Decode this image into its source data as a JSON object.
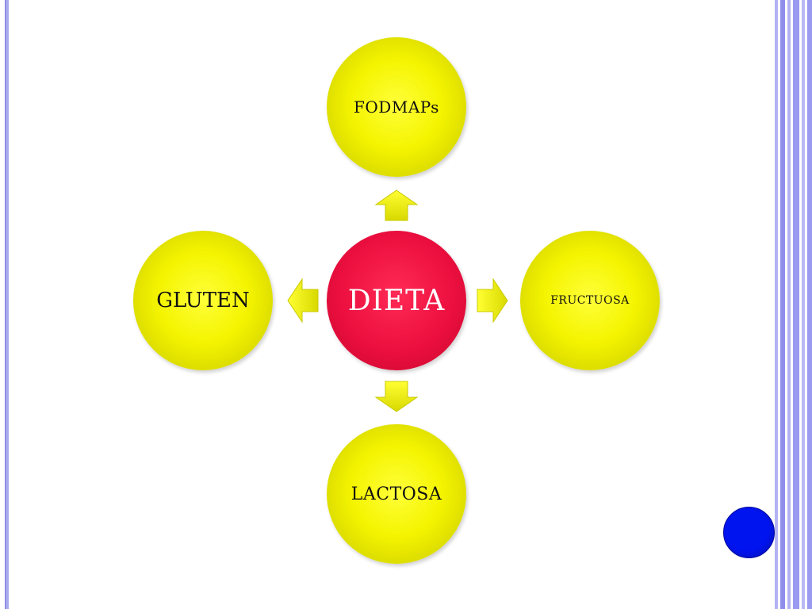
{
  "diagram": {
    "center": {
      "label": "DIETA",
      "color": "#e60e3c"
    },
    "nodes": [
      {
        "label": "FODMAPs",
        "position": "top"
      },
      {
        "label": "GLUTEN",
        "position": "left"
      },
      {
        "label": "FRUCTUOSA",
        "position": "right"
      },
      {
        "label": "LACTOSA",
        "position": "bottom"
      }
    ],
    "node_color": "#f0f000"
  },
  "frame": {
    "accent": "#9c9cf0"
  },
  "nav_dot": {
    "color": "#0014f0"
  }
}
